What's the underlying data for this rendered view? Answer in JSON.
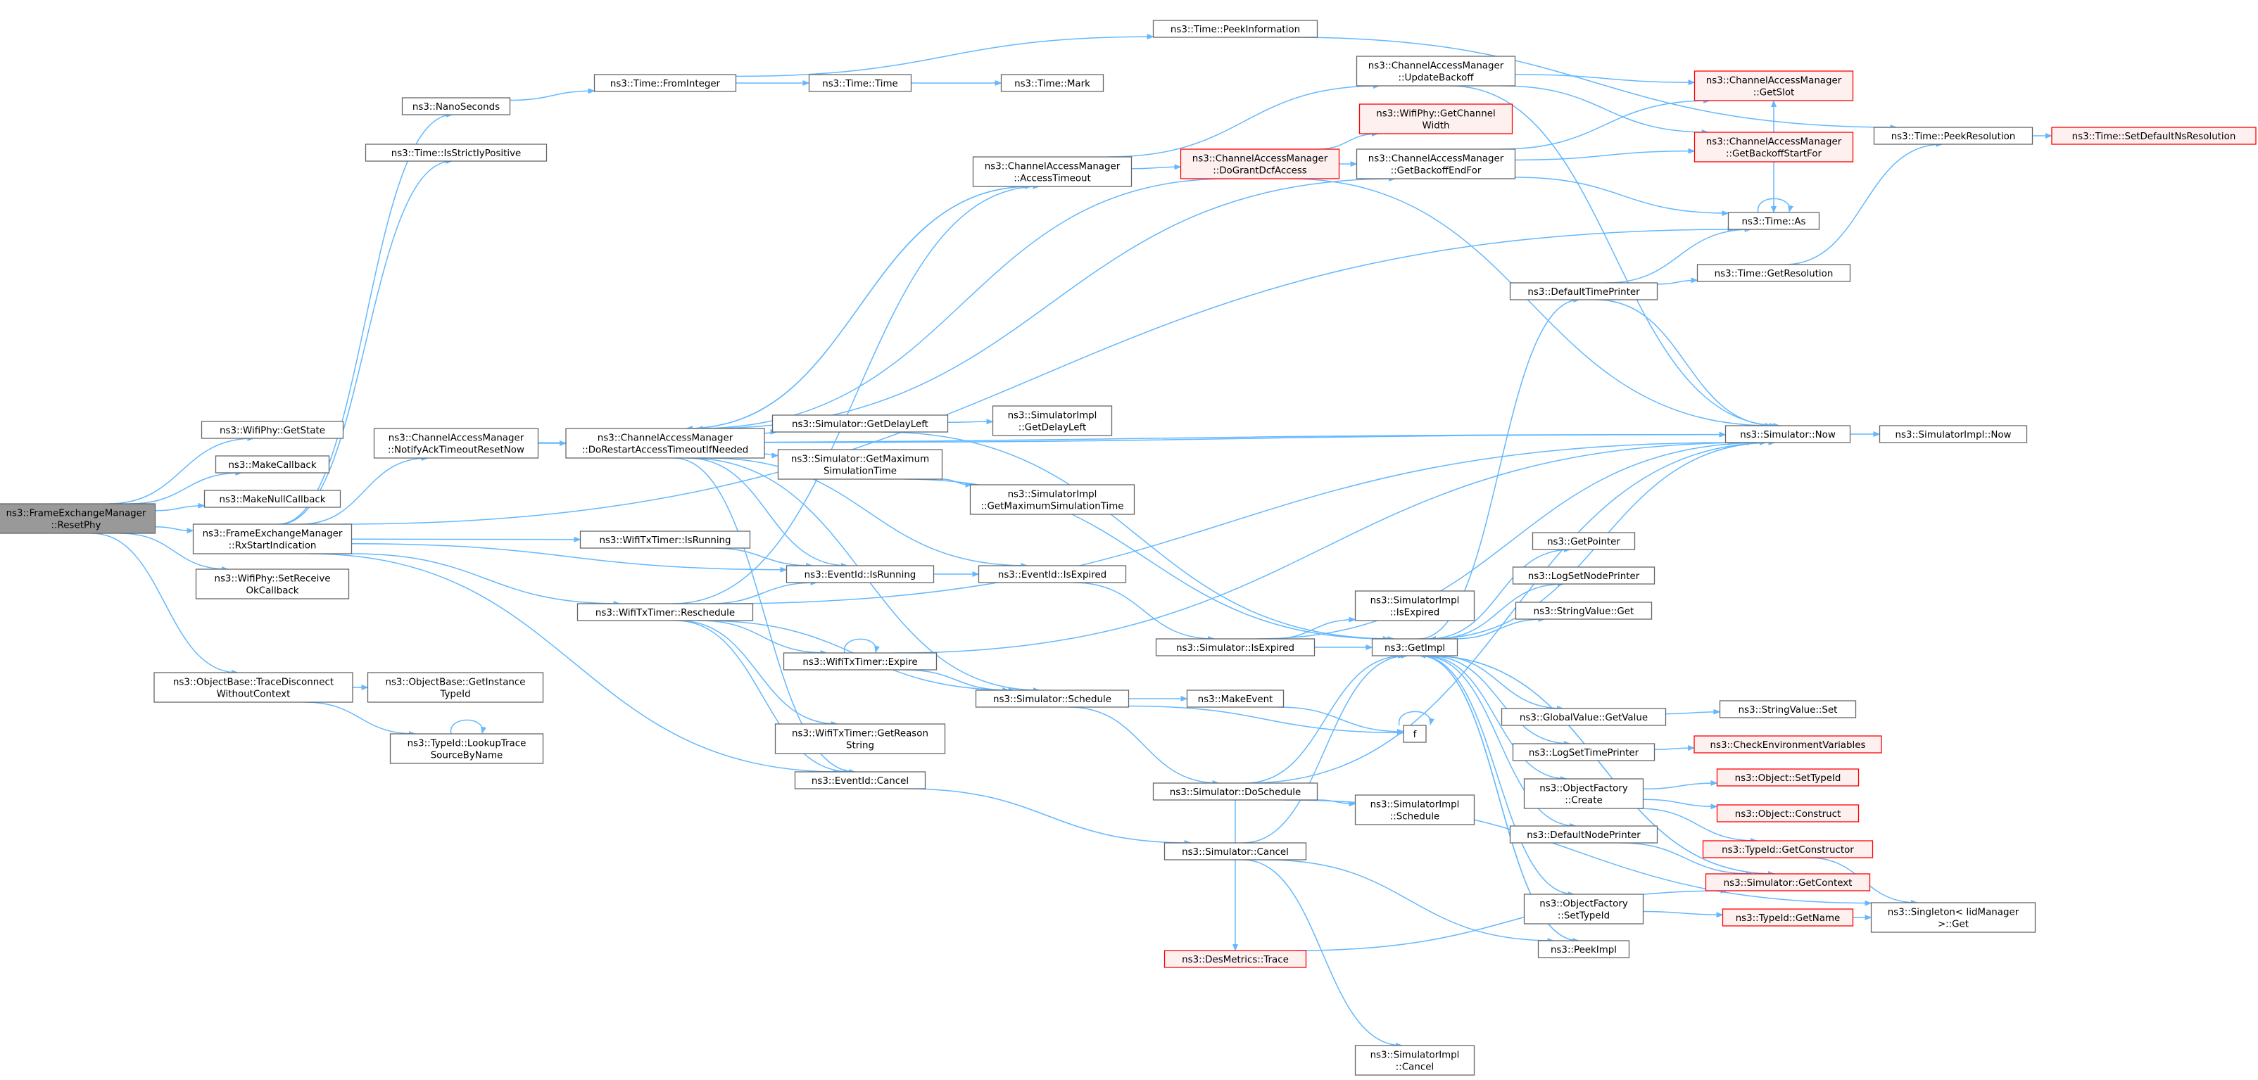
{
  "colors": {
    "edge": "#63b8ff",
    "node_fill": "#ffffff",
    "node_stroke": "#666666",
    "root_fill": "#999999",
    "root_stroke": "#666666",
    "missing_fill": "#fff0f0",
    "missing_stroke": "#ff0000"
  },
  "nodes": [
    {
      "id": "root",
      "lines": [
        "ns3::FrameExchangeManager",
        "::ResetPhy"
      ],
      "style": "root"
    },
    {
      "id": "getstate",
      "lines": [
        "ns3::WifiPhy::GetState"
      ],
      "style": "normal"
    },
    {
      "id": "makecallback",
      "lines": [
        "ns3::MakeCallback"
      ],
      "style": "normal"
    },
    {
      "id": "makenullcallback",
      "lines": [
        "ns3::MakeNullCallback"
      ],
      "style": "normal"
    },
    {
      "id": "rxstart",
      "lines": [
        "ns3::FrameExchangeManager",
        "::RxStartIndication"
      ],
      "style": "normal"
    },
    {
      "id": "setreceiveok",
      "lines": [
        "ns3::WifiPhy::SetReceive",
        "OkCallback"
      ],
      "style": "normal"
    },
    {
      "id": "tracedisconnect",
      "lines": [
        "ns3::ObjectBase::TraceDisconnect",
        "WithoutContext"
      ],
      "style": "normal"
    },
    {
      "id": "nanoseconds",
      "lines": [
        "ns3::NanoSeconds"
      ],
      "style": "normal"
    },
    {
      "id": "isstrictlypositive",
      "lines": [
        "ns3::Time::IsStrictlyPositive"
      ],
      "style": "normal"
    },
    {
      "id": "notifyack",
      "lines": [
        "ns3::ChannelAccessManager",
        "::NotifyAckTimeoutResetNow"
      ],
      "style": "normal"
    },
    {
      "id": "getinstancetypeid",
      "lines": [
        "ns3::ObjectBase::GetInstance",
        "TypeId"
      ],
      "style": "normal"
    },
    {
      "id": "lookuptrace",
      "lines": [
        "ns3::TypeId::LookupTrace",
        "SourceByName"
      ],
      "style": "normal"
    },
    {
      "id": "frominteger",
      "lines": [
        "ns3::Time::FromInteger"
      ],
      "style": "normal"
    },
    {
      "id": "dorestart",
      "lines": [
        "ns3::ChannelAccessManager",
        "::DoRestartAccessTimeoutIfNeeded"
      ],
      "style": "normal"
    },
    {
      "id": "wifitxisrunning",
      "lines": [
        "ns3::WifiTxTimer::IsRunning"
      ],
      "style": "normal"
    },
    {
      "id": "reschedule",
      "lines": [
        "ns3::WifiTxTimer::Reschedule"
      ],
      "style": "normal"
    },
    {
      "id": "timetime",
      "lines": [
        "ns3::Time::Time"
      ],
      "style": "normal"
    },
    {
      "id": "getdelayleft",
      "lines": [
        "ns3::Simulator::GetDelayLeft"
      ],
      "style": "normal"
    },
    {
      "id": "getmaxsim",
      "lines": [
        "ns3::Simulator::GetMaximum",
        "SimulationTime"
      ],
      "style": "normal"
    },
    {
      "id": "eventisrunning",
      "lines": [
        "ns3::EventId::IsRunning"
      ],
      "style": "normal"
    },
    {
      "id": "expire",
      "lines": [
        "ns3::WifiTxTimer::Expire"
      ],
      "style": "normal"
    },
    {
      "id": "getreasonstring",
      "lines": [
        "ns3::WifiTxTimer::GetReason",
        "String"
      ],
      "style": "normal"
    },
    {
      "id": "eventcancel",
      "lines": [
        "ns3::EventId::Cancel"
      ],
      "style": "normal"
    },
    {
      "id": "timemark",
      "lines": [
        "ns3::Time::Mark"
      ],
      "style": "normal"
    },
    {
      "id": "accesstimeout",
      "lines": [
        "ns3::ChannelAccessManager",
        "::AccessTimeout"
      ],
      "style": "normal"
    },
    {
      "id": "implgetdelayleft",
      "lines": [
        "ns3::SimulatorImpl",
        "::GetDelayLeft"
      ],
      "style": "normal"
    },
    {
      "id": "implgetmaxsim",
      "lines": [
        "ns3::SimulatorImpl",
        "::GetMaximumSimulationTime"
      ],
      "style": "normal"
    },
    {
      "id": "eventisexpired",
      "lines": [
        "ns3::EventId::IsExpired"
      ],
      "style": "normal"
    },
    {
      "id": "schedule",
      "lines": [
        "ns3::Simulator::Schedule"
      ],
      "style": "normal"
    },
    {
      "id": "peekinformation",
      "lines": [
        "ns3::Time::PeekInformation"
      ],
      "style": "normal"
    },
    {
      "id": "dogrant",
      "lines": [
        "ns3::ChannelAccessManager",
        "::DoGrantDcfAccess"
      ],
      "style": "missing"
    },
    {
      "id": "simisexpired",
      "lines": [
        "ns3::Simulator::IsExpired"
      ],
      "style": "normal"
    },
    {
      "id": "makeevent",
      "lines": [
        "ns3::MakeEvent"
      ],
      "style": "normal"
    },
    {
      "id": "doschedule",
      "lines": [
        "ns3::Simulator::DoSchedule"
      ],
      "style": "normal"
    },
    {
      "id": "simcancel",
      "lines": [
        "ns3::Simulator::Cancel"
      ],
      "style": "normal"
    },
    {
      "id": "destrace",
      "lines": [
        "ns3::DesMetrics::Trace"
      ],
      "style": "missing"
    },
    {
      "id": "updatebackoff",
      "lines": [
        "ns3::ChannelAccessManager",
        "::UpdateBackoff"
      ],
      "style": "normal"
    },
    {
      "id": "getchannelwidth",
      "lines": [
        "ns3::WifiPhy::GetChannel",
        "Width"
      ],
      "style": "missing"
    },
    {
      "id": "getbackoffendfor",
      "lines": [
        "ns3::ChannelAccessManager",
        "::GetBackoffEndFor"
      ],
      "style": "normal"
    },
    {
      "id": "implisexpired",
      "lines": [
        "ns3::SimulatorImpl",
        "::IsExpired"
      ],
      "style": "normal"
    },
    {
      "id": "getimpl",
      "lines": [
        "ns3::GetImpl"
      ],
      "style": "normal"
    },
    {
      "id": "f",
      "lines": [
        "f"
      ],
      "style": "normal"
    },
    {
      "id": "implschedule",
      "lines": [
        "ns3::SimulatorImpl",
        "::Schedule"
      ],
      "style": "normal"
    },
    {
      "id": "implcancel",
      "lines": [
        "ns3::SimulatorImpl",
        "::Cancel"
      ],
      "style": "normal"
    },
    {
      "id": "defaulttimeprinter",
      "lines": [
        "ns3::DefaultTimePrinter"
      ],
      "style": "normal"
    },
    {
      "id": "getpointer",
      "lines": [
        "ns3::GetPointer"
      ],
      "style": "normal"
    },
    {
      "id": "logsetnodeprinter",
      "lines": [
        "ns3::LogSetNodePrinter"
      ],
      "style": "normal"
    },
    {
      "id": "stringvalueget",
      "lines": [
        "ns3::StringValue::Get"
      ],
      "style": "normal"
    },
    {
      "id": "globalvalueget",
      "lines": [
        "ns3::GlobalValue::GetValue"
      ],
      "style": "normal"
    },
    {
      "id": "logsettimeprinter",
      "lines": [
        "ns3::LogSetTimePrinter"
      ],
      "style": "normal"
    },
    {
      "id": "objectfactorycreate",
      "lines": [
        "ns3::ObjectFactory",
        "::Create"
      ],
      "style": "normal"
    },
    {
      "id": "defaultnodeprinter",
      "lines": [
        "ns3::DefaultNodePrinter"
      ],
      "style": "normal"
    },
    {
      "id": "objectfactorysettypeid",
      "lines": [
        "ns3::ObjectFactory",
        "::SetTypeId"
      ],
      "style": "normal"
    },
    {
      "id": "peekimpl",
      "lines": [
        "ns3::PeekImpl"
      ],
      "style": "normal"
    },
    {
      "id": "getslot",
      "lines": [
        "ns3::ChannelAccessManager",
        "::GetSlot"
      ],
      "style": "missing"
    },
    {
      "id": "getbackoffstartfor",
      "lines": [
        "ns3::ChannelAccessManager",
        "::GetBackoffStartFor"
      ],
      "style": "missing"
    },
    {
      "id": "timeas",
      "lines": [
        "ns3::Time::As"
      ],
      "style": "normal"
    },
    {
      "id": "getresolution",
      "lines": [
        "ns3::Time::GetResolution"
      ],
      "style": "normal"
    },
    {
      "id": "simnow",
      "lines": [
        "ns3::Simulator::Now"
      ],
      "style": "normal"
    },
    {
      "id": "stringvalueset",
      "lines": [
        "ns3::StringValue::Set"
      ],
      "style": "normal"
    },
    {
      "id": "checkenv",
      "lines": [
        "ns3::CheckEnvironmentVariables"
      ],
      "style": "missing"
    },
    {
      "id": "settypeid",
      "lines": [
        "ns3::Object::SetTypeId"
      ],
      "style": "missing"
    },
    {
      "id": "construct",
      "lines": [
        "ns3::Object::Construct"
      ],
      "style": "missing"
    },
    {
      "id": "getconstructor",
      "lines": [
        "ns3::TypeId::GetConstructor"
      ],
      "style": "missing"
    },
    {
      "id": "getcontext",
      "lines": [
        "ns3::Simulator::GetContext"
      ],
      "style": "missing"
    },
    {
      "id": "getname",
      "lines": [
        "ns3::TypeId::GetName"
      ],
      "style": "missing"
    },
    {
      "id": "peekresolution",
      "lines": [
        "ns3::Time::PeekResolution"
      ],
      "style": "normal"
    },
    {
      "id": "implnow",
      "lines": [
        "ns3::SimulatorImpl::Now"
      ],
      "style": "normal"
    },
    {
      "id": "singleton",
      "lines": [
        "ns3::Singleton< IidManager",
        ">::Get"
      ],
      "style": "normal"
    },
    {
      "id": "setdefaultns",
      "lines": [
        "ns3::Time::SetDefaultNsResolution"
      ],
      "style": "missing"
    }
  ],
  "edges": [
    [
      "root",
      "getstate"
    ],
    [
      "root",
      "makecallback"
    ],
    [
      "root",
      "makenullcallback"
    ],
    [
      "root",
      "rxstart"
    ],
    [
      "root",
      "setreceiveok"
    ],
    [
      "root",
      "tracedisconnect"
    ],
    [
      "rxstart",
      "nanoseconds"
    ],
    [
      "rxstart",
      "isstrictlypositive"
    ],
    [
      "rxstart",
      "notifyack"
    ],
    [
      "rxstart",
      "wifitxisrunning"
    ],
    [
      "rxstart",
      "eventisrunning"
    ],
    [
      "rxstart",
      "reschedule"
    ],
    [
      "rxstart",
      "eventcancel"
    ],
    [
      "rxstart",
      "timeas"
    ],
    [
      "tracedisconnect",
      "getinstancetypeid"
    ],
    [
      "tracedisconnect",
      "lookuptrace"
    ],
    [
      "lookuptrace",
      "lookuptrace"
    ],
    [
      "nanoseconds",
      "frominteger"
    ],
    [
      "frominteger",
      "timetime"
    ],
    [
      "frominteger",
      "peekinformation"
    ],
    [
      "timetime",
      "timemark"
    ],
    [
      "notifyack",
      "dorestart"
    ],
    [
      "notifyack",
      "simnow"
    ],
    [
      "dorestart",
      "accesstimeout"
    ],
    [
      "dorestart",
      "getdelayleft"
    ],
    [
      "dorestart",
      "getmaxsim"
    ],
    [
      "dorestart",
      "eventisrunning"
    ],
    [
      "dorestart",
      "eventisexpired"
    ],
    [
      "dorestart",
      "schedule"
    ],
    [
      "dorestart",
      "eventcancel"
    ],
    [
      "dorestart",
      "simnow"
    ],
    [
      "dorestart",
      "getbackoffendfor"
    ],
    [
      "wifitxisrunning",
      "eventisrunning"
    ],
    [
      "reschedule",
      "eventisrunning"
    ],
    [
      "reschedule",
      "expire"
    ],
    [
      "reschedule",
      "getreasonstring"
    ],
    [
      "reschedule",
      "eventcancel"
    ],
    [
      "reschedule",
      "schedule"
    ],
    [
      "reschedule",
      "simnow"
    ],
    [
      "reschedule",
      "accesstimeout"
    ],
    [
      "getdelayleft",
      "implgetdelayleft"
    ],
    [
      "getdelayleft",
      "getimpl"
    ],
    [
      "getmaxsim",
      "implgetmaxsim"
    ],
    [
      "getmaxsim",
      "getimpl"
    ],
    [
      "eventisrunning",
      "eventisexpired"
    ],
    [
      "eventisexpired",
      "simisexpired"
    ],
    [
      "expire",
      "expire"
    ],
    [
      "expire",
      "schedule"
    ],
    [
      "expire",
      "simnow"
    ],
    [
      "eventcancel",
      "simcancel"
    ],
    [
      "accesstimeout",
      "dogrant"
    ],
    [
      "accesstimeout",
      "updatebackoff"
    ],
    [
      "accesstimeout",
      "dorestart"
    ],
    [
      "schedule",
      "makeevent"
    ],
    [
      "schedule",
      "doschedule"
    ],
    [
      "schedule",
      "f"
    ],
    [
      "makeevent",
      "f"
    ],
    [
      "f",
      "f"
    ],
    [
      "dogrant",
      "getchannelwidth"
    ],
    [
      "dogrant",
      "getbackoffendfor"
    ],
    [
      "dogrant",
      "simnow"
    ],
    [
      "dogrant",
      "dorestart"
    ],
    [
      "simisexpired",
      "implisexpired"
    ],
    [
      "simisexpired",
      "getimpl"
    ],
    [
      "simisexpired",
      "simnow"
    ],
    [
      "doschedule",
      "getimpl"
    ],
    [
      "doschedule",
      "implschedule"
    ],
    [
      "doschedule",
      "destrace"
    ],
    [
      "doschedule",
      "simnow"
    ],
    [
      "doschedule",
      "singleton"
    ],
    [
      "simcancel",
      "getimpl"
    ],
    [
      "simcancel",
      "implcancel"
    ],
    [
      "simcancel",
      "peekimpl"
    ],
    [
      "destrace",
      "getcontext"
    ],
    [
      "updatebackoff",
      "getslot"
    ],
    [
      "updatebackoff",
      "getbackoffstartfor"
    ],
    [
      "updatebackoff",
      "simnow"
    ],
    [
      "getbackoffendfor",
      "getbackoffstartfor"
    ],
    [
      "getbackoffendfor",
      "getslot"
    ],
    [
      "getbackoffendfor",
      "timeas"
    ],
    [
      "getbackoffstartfor",
      "getslot"
    ],
    [
      "getbackoffstartfor",
      "timeas"
    ],
    [
      "getimpl",
      "defaulttimeprinter"
    ],
    [
      "getimpl",
      "getpointer"
    ],
    [
      "getimpl",
      "logsetnodeprinter"
    ],
    [
      "getimpl",
      "stringvalueget"
    ],
    [
      "getimpl",
      "globalvalueget"
    ],
    [
      "getimpl",
      "logsettimeprinter"
    ],
    [
      "getimpl",
      "objectfactorycreate"
    ],
    [
      "getimpl",
      "defaultnodeprinter"
    ],
    [
      "getimpl",
      "objectfactorysettypeid"
    ],
    [
      "getimpl",
      "peekimpl"
    ],
    [
      "getimpl",
      "getcontext"
    ],
    [
      "defaulttimeprinter",
      "getresolution"
    ],
    [
      "defaulttimeprinter",
      "timeas"
    ],
    [
      "defaulttimeprinter",
      "simnow"
    ],
    [
      "getresolution",
      "peekresolution"
    ],
    [
      "globalvalueget",
      "stringvalueset"
    ],
    [
      "logsettimeprinter",
      "checkenv"
    ],
    [
      "objectfactorycreate",
      "settypeid"
    ],
    [
      "objectfactorycreate",
      "construct"
    ],
    [
      "objectfactorycreate",
      "getconstructor"
    ],
    [
      "objectfactorysettypeid",
      "getname"
    ],
    [
      "getconstructor",
      "singleton"
    ],
    [
      "getname",
      "singleton"
    ],
    [
      "defaultnodeprinter",
      "getcontext"
    ],
    [
      "getcontext",
      "getimpl"
    ],
    [
      "peekimpl",
      "getimpl"
    ],
    [
      "peekinformation",
      "peekresolution"
    ],
    [
      "peekresolution",
      "setdefaultns"
    ],
    [
      "simnow",
      "implnow"
    ],
    [
      "simnow",
      "getimpl"
    ],
    [
      "timeas",
      "timeas"
    ]
  ]
}
